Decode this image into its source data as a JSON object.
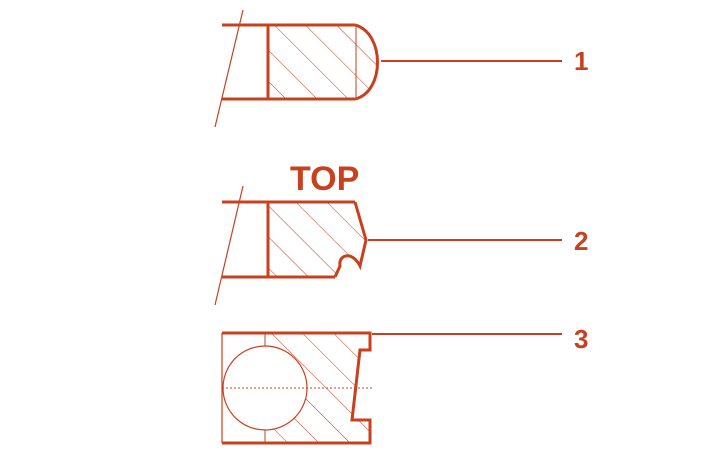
{
  "diagram": {
    "stroke_color": "#c8401e",
    "top_label": "TOP",
    "callouts": [
      {
        "number": "1"
      },
      {
        "number": "2"
      },
      {
        "number": "3"
      }
    ]
  }
}
